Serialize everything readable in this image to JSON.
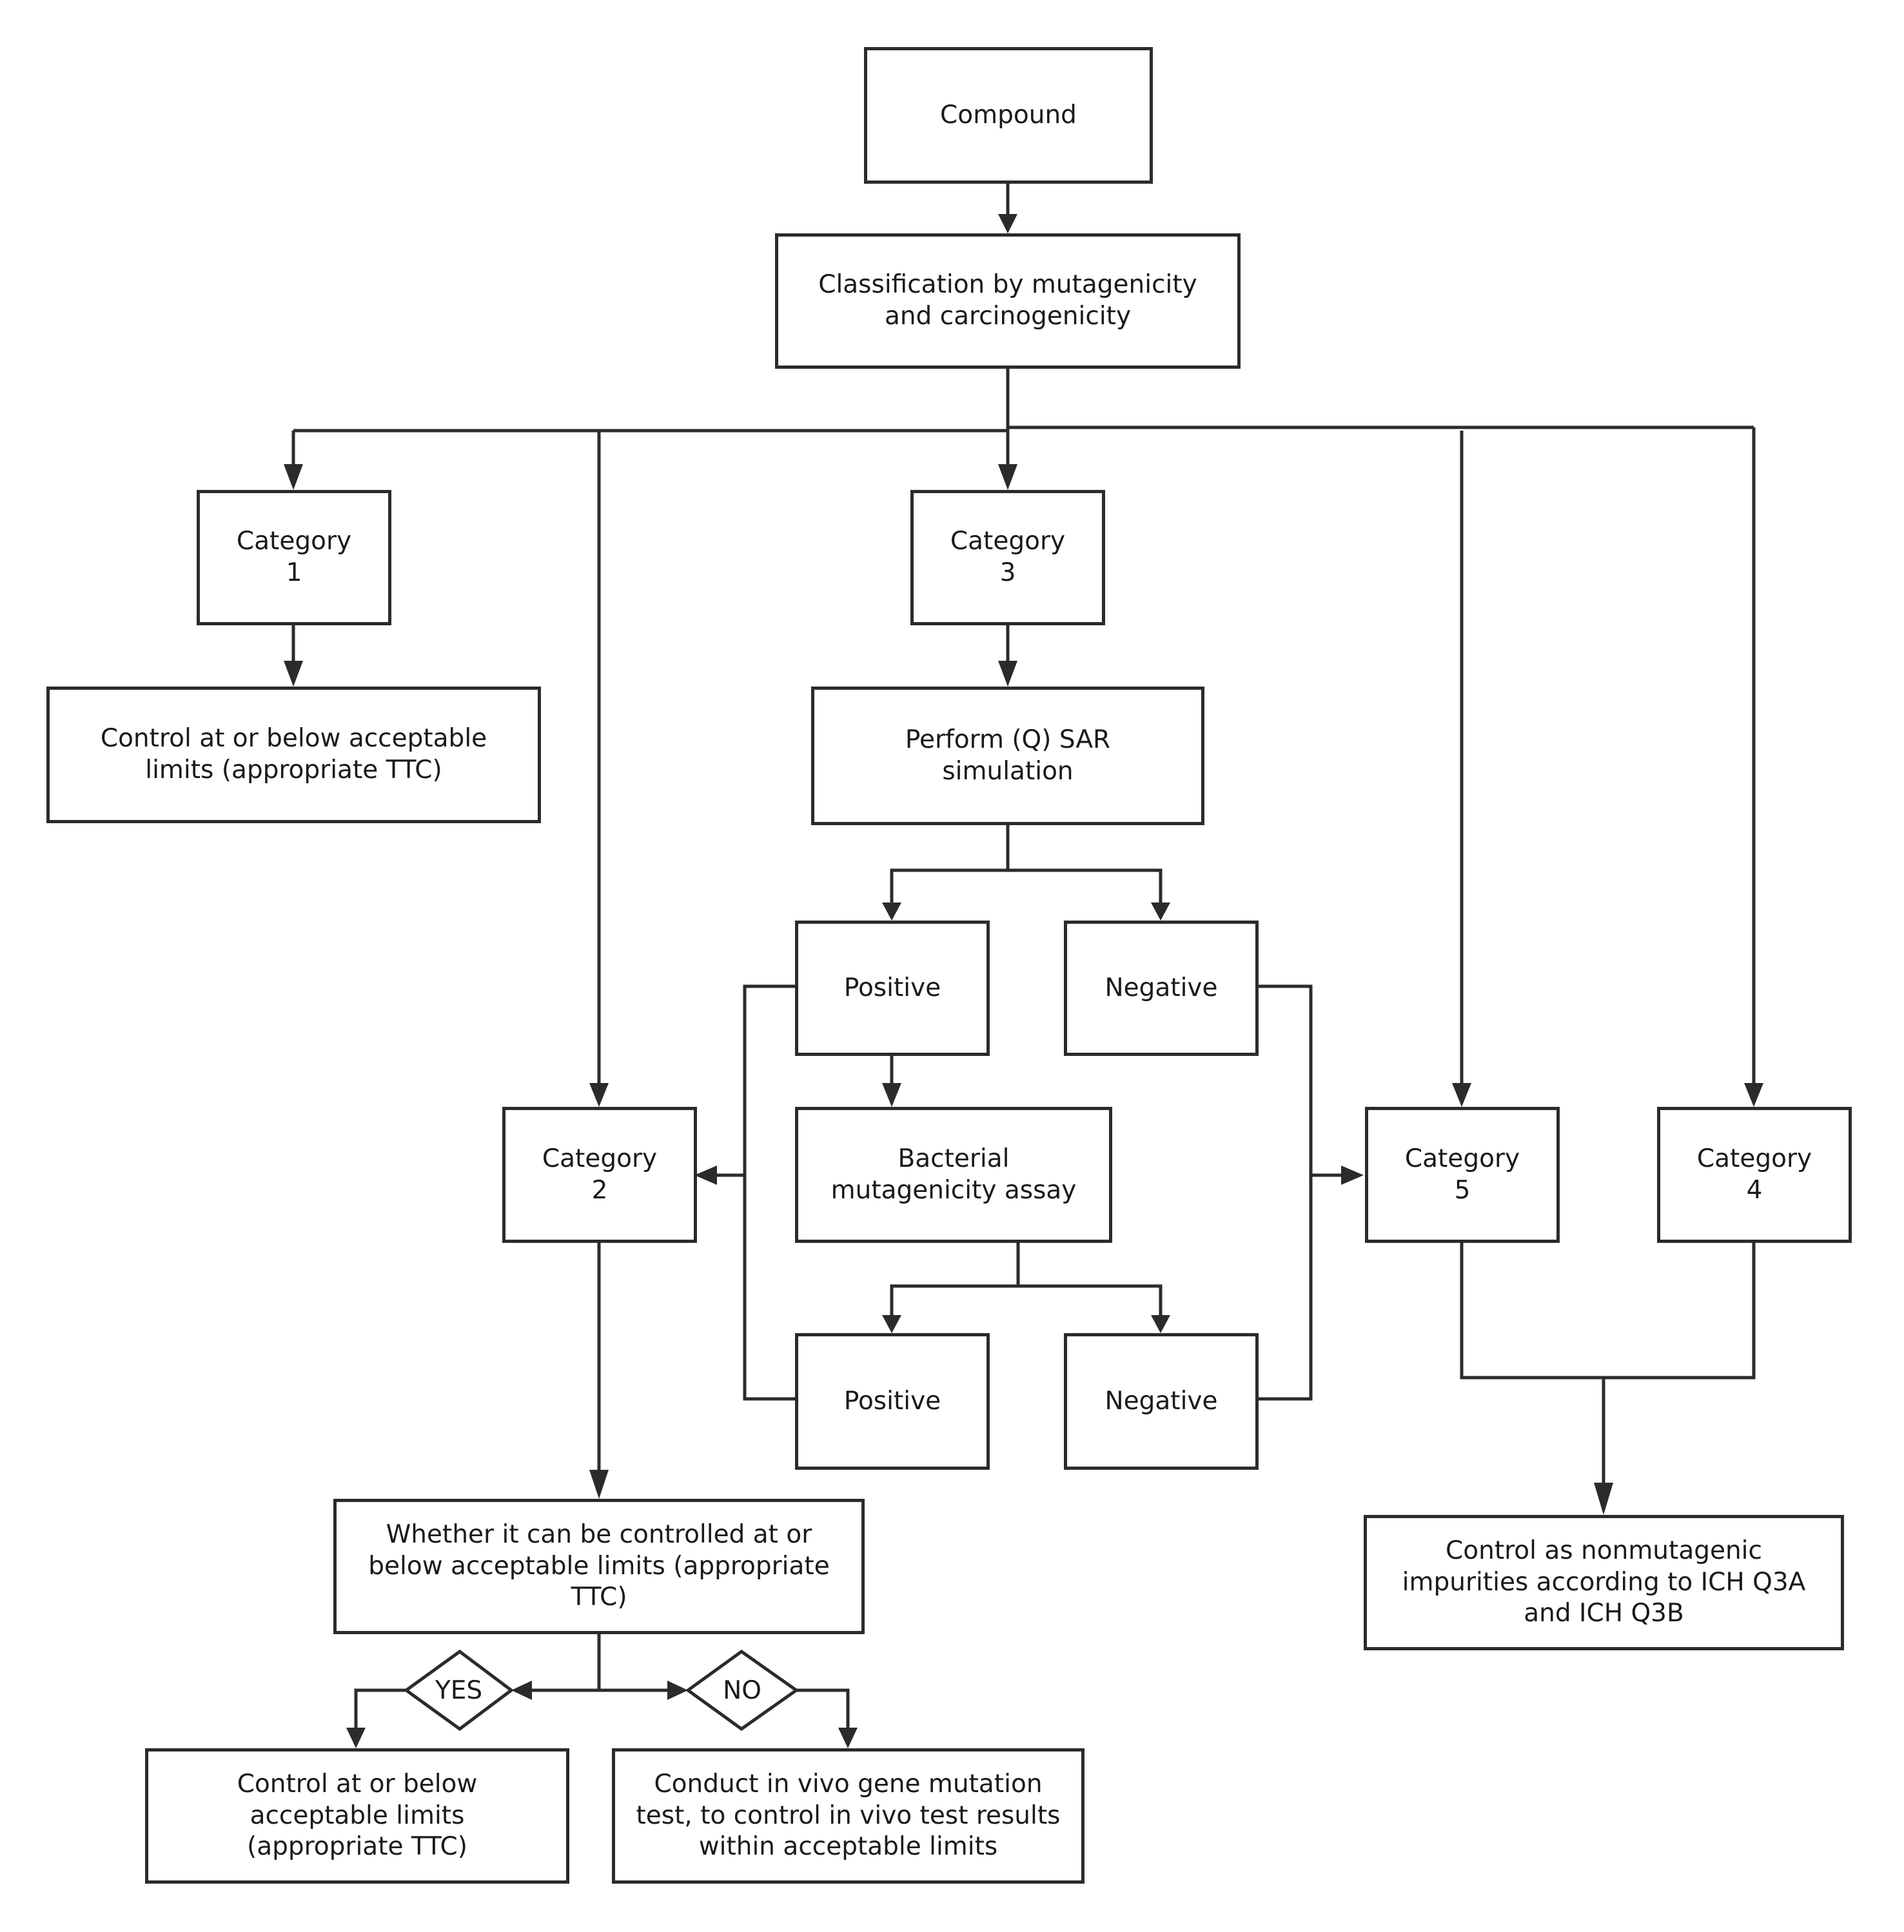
{
  "nodes": {
    "compound": "Compound",
    "classification": "Classification by mutagenicity and carcinogenicity",
    "category1": "Category 1",
    "category3": "Category 3",
    "control_ttc_top": "Control at or below acceptable limits (appropriate TTC)",
    "qsar": "Perform (Q) SAR simulation",
    "positive_qsar": "Positive",
    "negative_qsar": "Negative",
    "category2": "Category 2",
    "bacterial_assay": "Bacterial mutagenicity assay",
    "category5": "Category 5",
    "category4": "Category 4",
    "positive_assay": "Positive",
    "negative_assay": "Negative",
    "whether_controlled": "Whether it can be controlled at or below acceptable limits (appropriate TTC)",
    "control_nonmutagenic": "Control as nonmutagenic impurities according to ICH Q3A and ICH Q3B",
    "yes": "YES",
    "no": "NO",
    "control_ttc_bottom": "Control at or below acceptable limits (appropriate TTC)",
    "in_vivo": "Conduct in vivo gene mutation test, to control in vivo test results within acceptable limits"
  },
  "colors": {
    "stroke": "#2b2b2b",
    "text": "#1a1a1a",
    "background": "#ffffff"
  }
}
